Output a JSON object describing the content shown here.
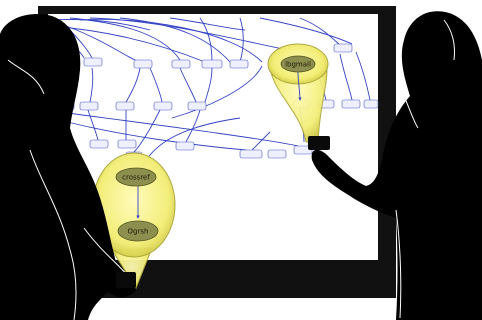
{
  "lens_left": {
    "top_node_label": "crossref",
    "bottom_node_label": "Ogrsh"
  },
  "lens_right": {
    "node_label": "lbgmail"
  },
  "colors": {
    "graph_edges": "#3444c4",
    "lens_fill": "#f3f07a",
    "lens_node": "#8c8f4d",
    "silhouette": "#000000",
    "display_bezel": "#111111",
    "display_surface": "#ffffff"
  }
}
